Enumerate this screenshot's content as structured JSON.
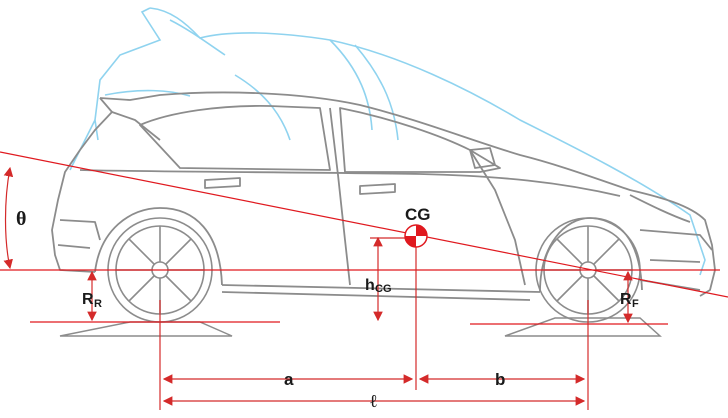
{
  "labels": {
    "cg": "CG",
    "theta": "θ",
    "h_cg_main": "h",
    "h_cg_sub": "CG",
    "r_rear_main": "R",
    "r_rear_sub": "R",
    "r_front_main": "R",
    "r_front_sub": "F",
    "a": "a",
    "b": "b",
    "wheelbase": "ℓ"
  },
  "colors": {
    "outline": "#8c8c8c",
    "ghost_outline": "#8fd3ef",
    "reference": "#e0191f",
    "dimension": "#d42a2a",
    "text": "#1a1a1a",
    "cg_marker": "#e0191f"
  }
}
